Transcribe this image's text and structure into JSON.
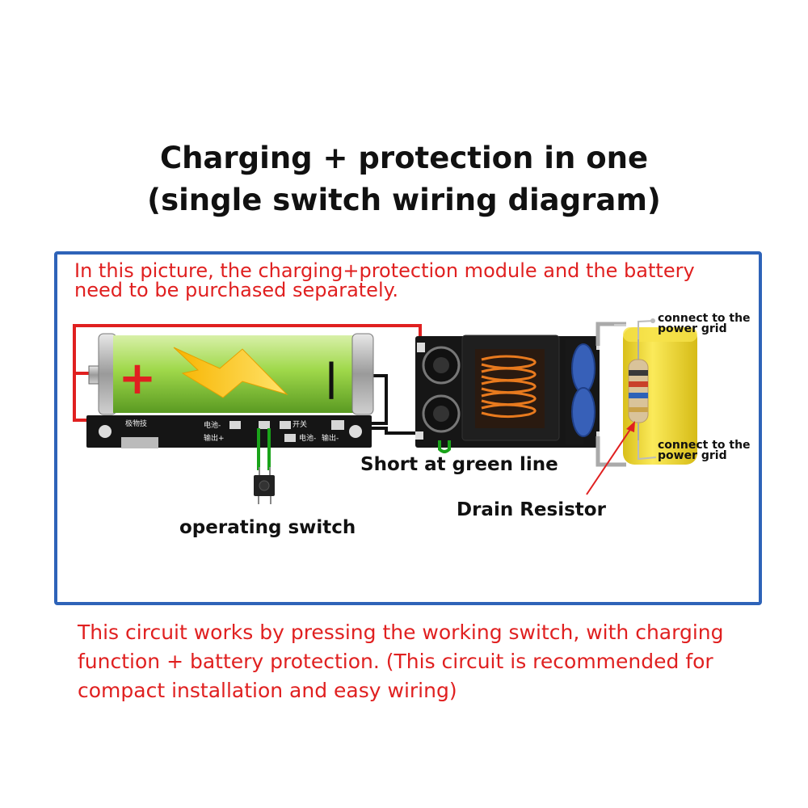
{
  "title": {
    "line1": "Charging + protection in one",
    "line2": "(single switch wiring diagram)"
  },
  "note": {
    "line1": "In this picture, the charging+protection module and the battery",
    "line2": "need to be purchased separately."
  },
  "labels": {
    "short": "Short at green line",
    "drain": "Drain Resistor",
    "switch": "operating switch",
    "grid_top_1": "connect to the",
    "grid_top_2": "power grid",
    "grid_bottom_1": "connect to the",
    "grid_bottom_2": "power grid"
  },
  "board": {
    "brand": "极物技",
    "pad_bat_neg": "电池-",
    "pad_out_pos": "输出+",
    "pad_switch": "开关",
    "pad_bat_neg2": "电池-",
    "pad_out_neg": "输出-"
  },
  "battery": {
    "plus": "+",
    "minus": "|"
  },
  "footer": {
    "line1": "This circuit works by pressing the working switch, with charging",
    "line2": "function + battery protection. (This circuit is recommended for",
    "line3": "compact installation and easy wiring)"
  },
  "colors": {
    "frame": "#2e63b8",
    "note_text": "#e02020",
    "wire_red": "#e02020",
    "wire_black": "#111111",
    "wire_green": "#1aa31a",
    "battery": "#8ccf3e",
    "capacitor": "#f2de3a"
  }
}
